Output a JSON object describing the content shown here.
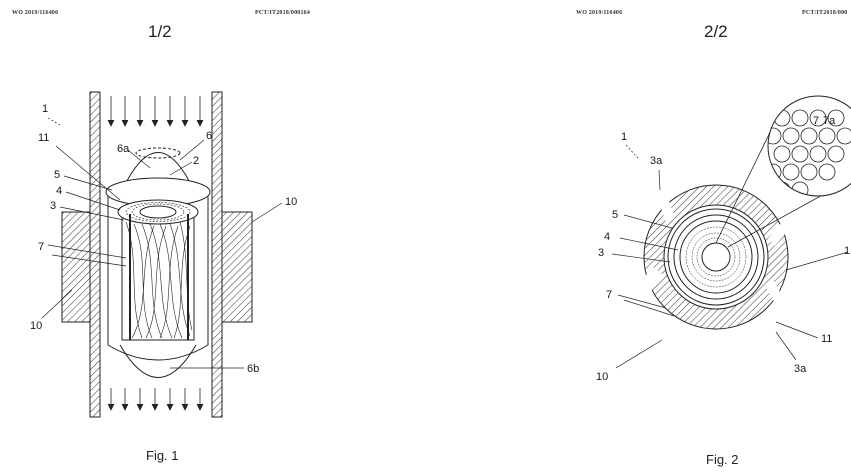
{
  "sheet1": {
    "pub_number": "WO 2019/116406",
    "app_number": "PCT/IT2018/000164",
    "page": "1/2",
    "caption": "Fig. 1",
    "labels": {
      "l1": "1",
      "l11": "11",
      "l6a": "6a",
      "l6": "6",
      "l2": "2",
      "l5": "5",
      "l4": "4",
      "l3": "3",
      "l10a": "10",
      "l7": "7",
      "l10b": "10",
      "l6b": "6b"
    }
  },
  "sheet2": {
    "pub_number": "WO 2019/116406",
    "app_number": "PCT/IT2018/000",
    "page": "2/2",
    "caption": "Fig. 2",
    "labels": {
      "l1": "1",
      "l3a_top": "3a",
      "l7": "7",
      "l7a": "7a",
      "l5": "5",
      "l4": "4",
      "l3": "3",
      "l10_right": "1",
      "l7b": "7",
      "l11": "11",
      "l3a_bottom": "3a",
      "l10": "10"
    }
  }
}
